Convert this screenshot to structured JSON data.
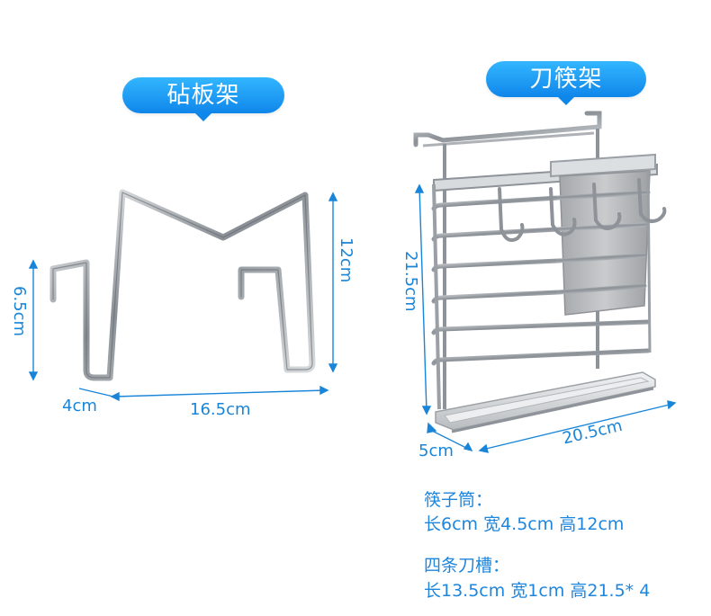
{
  "labels": {
    "cutting_board_rack": "砧板架",
    "knife_chopstick_rack": "刀筷架"
  },
  "dimensions": {
    "left_height": "6.5cm",
    "left_width": "4cm",
    "left_length": "16.5cm",
    "left_tall": "12cm",
    "right_height": "21.5cm",
    "right_depth": "5cm",
    "right_length": "20.5cm"
  },
  "specs": {
    "chopstick_holder_title": "筷子筒：",
    "chopstick_holder_detail": "长6cm 宽4.5cm 高12cm",
    "knife_slots_title": "四条刀槽：",
    "knife_slots_detail": "长13.5cm 宽1cm 高21.5* 4"
  },
  "colors": {
    "accent": "#1985d8",
    "pill_top": "#33b6ff",
    "pill_bottom": "#0f86ea",
    "metal": "#8e9399"
  }
}
